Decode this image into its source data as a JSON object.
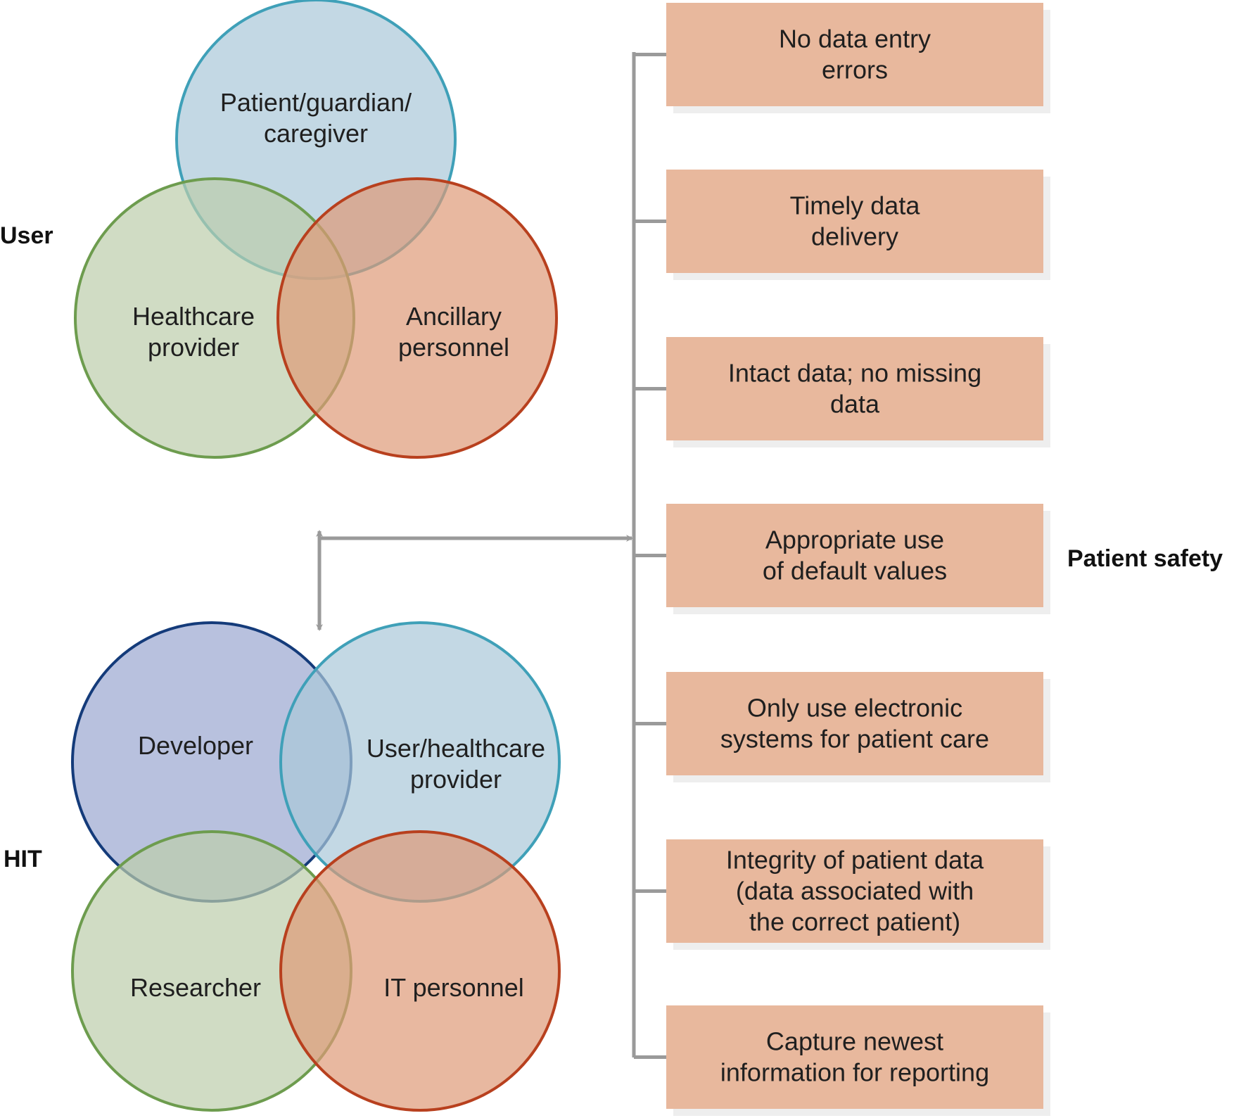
{
  "colors": {
    "blue_fill": "#a9c8d8",
    "blue_stroke": "#3fa0b8",
    "navy_fill": "#9aa6d0",
    "navy_stroke": "#143b7a",
    "green_fill": "#bccdab",
    "green_stroke": "#6d9c4e",
    "orange_fill": "#de9a78",
    "orange_stroke": "#b8401e",
    "box_fill": "#e8b89d",
    "box_shadow": "#eeeeee",
    "connector": "#9a9a9a"
  },
  "labels": {
    "user": "User",
    "hit": "HIT",
    "patient_safety": "Patient safety"
  },
  "user_venn": [
    {
      "lines": [
        "Patient/guardian/",
        "caregiver"
      ],
      "color": "blue"
    },
    {
      "lines": [
        "Healthcare",
        "provider"
      ],
      "color": "green"
    },
    {
      "lines": [
        "Ancillary",
        "personnel"
      ],
      "color": "orange"
    }
  ],
  "hit_venn": [
    {
      "lines": [
        "Developer"
      ],
      "color": "navy"
    },
    {
      "lines": [
        "User/healthcare",
        "provider"
      ],
      "color": "blue"
    },
    {
      "lines": [
        "Researcher"
      ],
      "color": "green"
    },
    {
      "lines": [
        "IT personnel"
      ],
      "color": "orange"
    }
  ],
  "safety_items": [
    [
      "No data entry",
      "errors"
    ],
    [
      "Timely data",
      "delivery"
    ],
    [
      "Intact data; no missing",
      "data"
    ],
    [
      "Appropriate use",
      "of default values"
    ],
    [
      "Only use electronic",
      "systems for patient care"
    ],
    [
      "Integrity of patient data",
      "(data associated with",
      "the correct patient)"
    ],
    [
      "Capture newest",
      "information for reporting"
    ]
  ]
}
